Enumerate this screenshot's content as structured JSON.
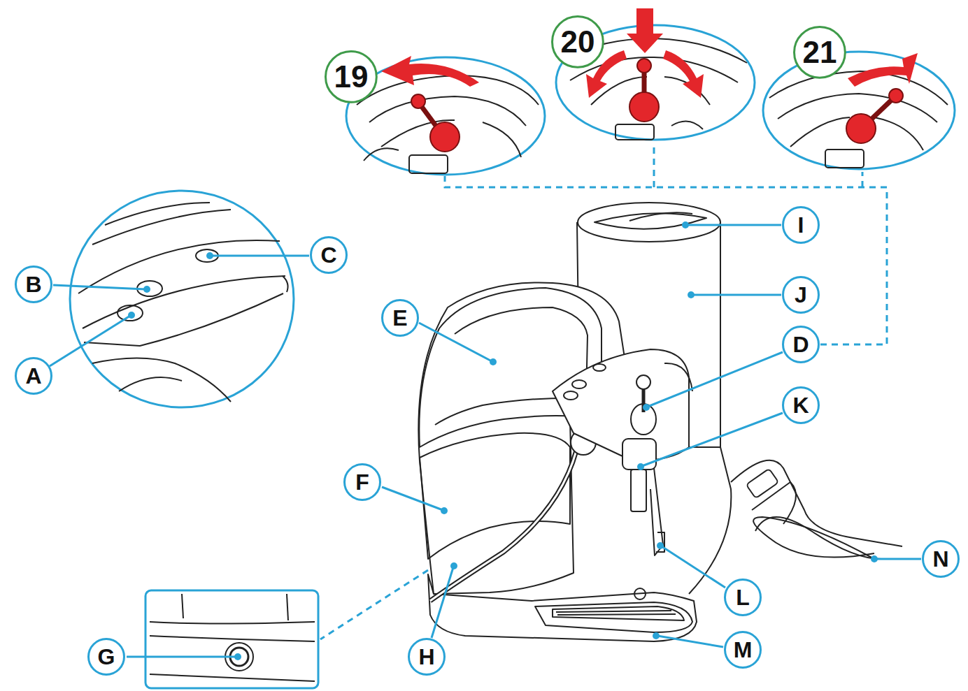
{
  "diagram": {
    "nodes": [
      {
        "text": [
          "20"
        ]
      },
      {
        "text": [
          "21"
        ]
      },
      {
        "text": [
          "19"
        ]
      },
      {
        "text": [
          "I"
        ]
      },
      {
        "text": [
          "C"
        ]
      },
      {
        "text": [
          "B"
        ]
      },
      {
        "text": [
          "J"
        ]
      },
      {
        "text": [
          "E"
        ]
      },
      {
        "text": [
          "D"
        ]
      },
      {
        "text": [
          "A"
        ]
      },
      {
        "text": [
          "K"
        ]
      },
      {
        "text": [
          "F"
        ]
      },
      {
        "text": [
          "N"
        ]
      },
      {
        "text": [
          "L"
        ]
      },
      {
        "text": [
          "M"
        ]
      },
      {
        "text": [
          "G"
        ]
      },
      {
        "text": [
          "H"
        ]
      }
    ]
  }
}
